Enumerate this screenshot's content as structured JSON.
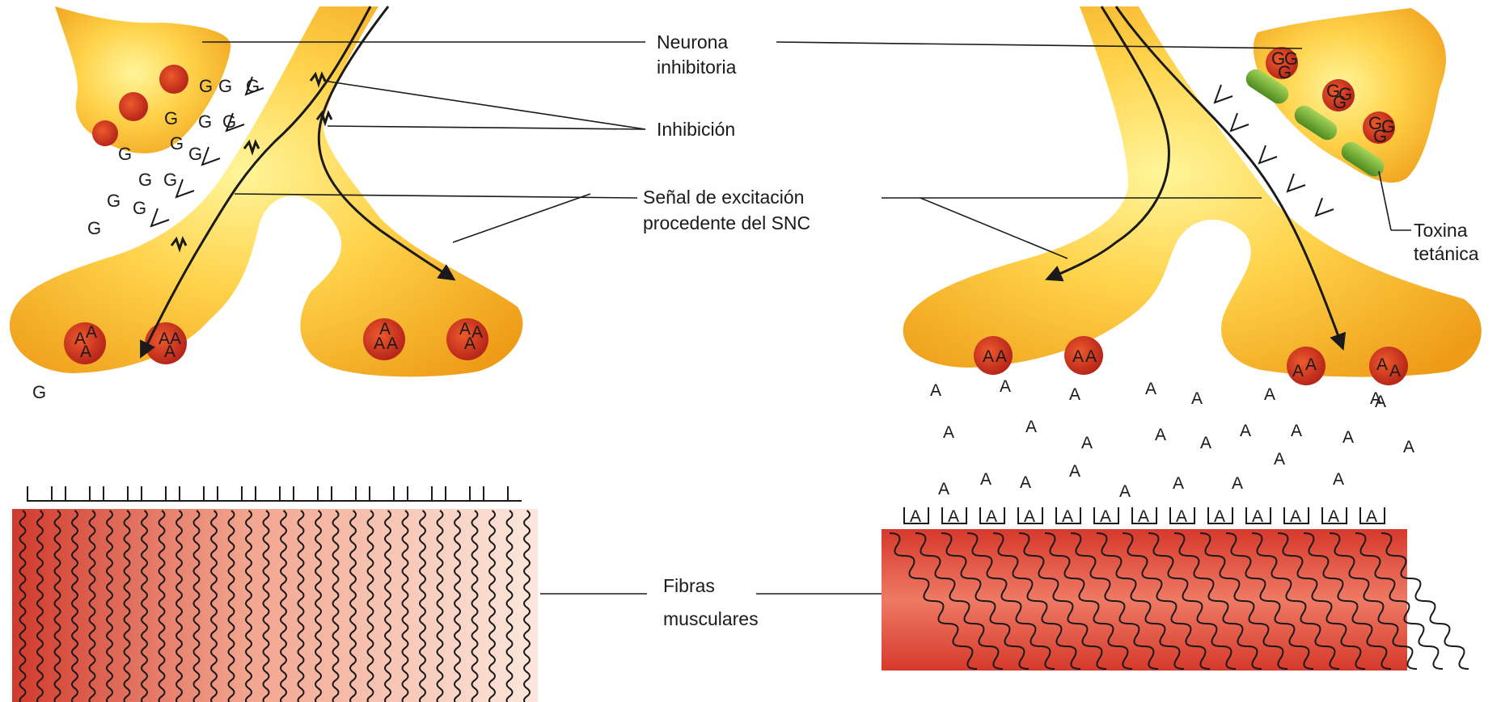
{
  "labels": {
    "neurona_line1": "Neurona",
    "neurona_line2": "inhibitoria",
    "inhibicion": "Inhibición",
    "senal_line1": "Señal de excitación",
    "senal_line2": "procedente del SNC",
    "fibras_line1": "Fibras",
    "fibras_line2": "musculares",
    "toxina_line1": "Toxina",
    "toxina_line2": "tetánica"
  },
  "glyphs": {
    "glycine": "G",
    "acetylcholine": "A"
  },
  "colors": {
    "neuron_light": "#ffe66a",
    "neuron_mid": "#f7b92a",
    "neuron_dark": "#e89512",
    "vesicle": "#c8341b",
    "muscle_dark": "#d23a2c",
    "muscle_light": "#fbe3d8",
    "toxin": "#5fa02a"
  }
}
